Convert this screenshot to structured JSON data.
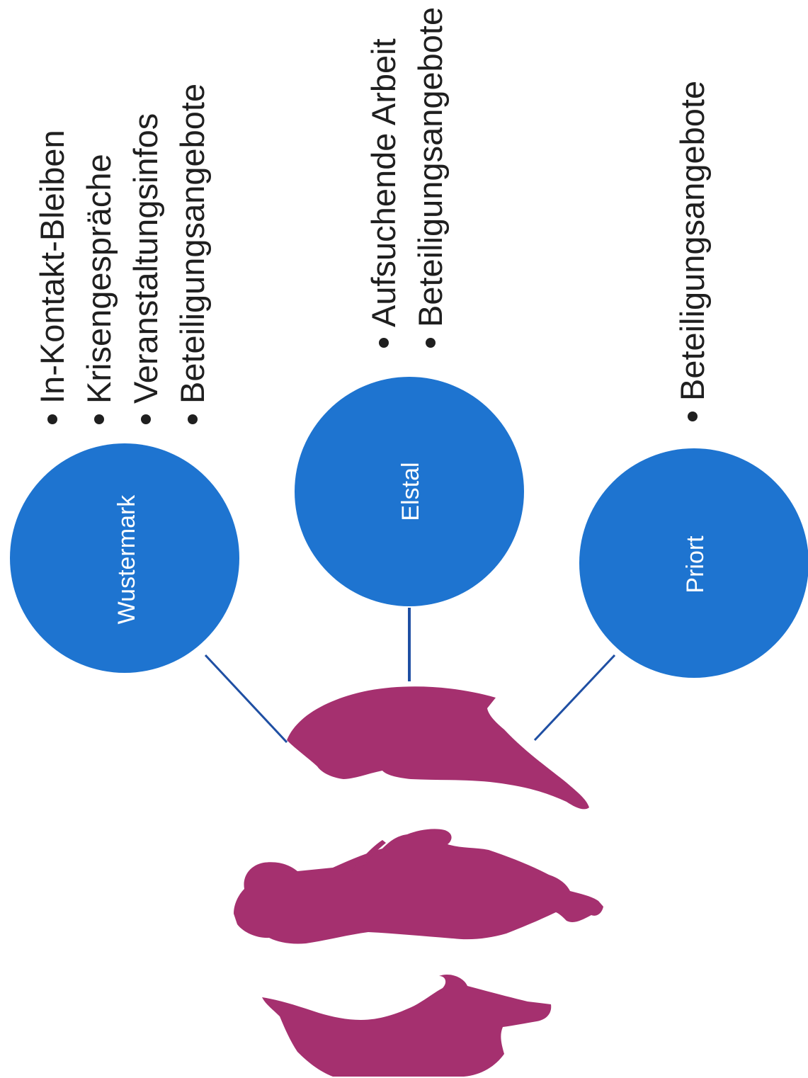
{
  "colors": {
    "node_fill": "#1e74d0",
    "node_label": "#ffffff",
    "connector": "#1f4fa3",
    "silhouette": "#a5306f",
    "text": "#1f1f1f",
    "background": "#ffffff"
  },
  "nodes": [
    {
      "id": "wustermark",
      "label": "Wustermark",
      "items": [
        "In-Kontakt-Bleiben",
        "Krisengespräche",
        "Veranstaltungsinfos",
        "Beteiligungsangebote"
      ]
    },
    {
      "id": "elstal",
      "label": "Elstal",
      "items": [
        "Aufsuchende Arbeit",
        "Beteiligungsangebote"
      ]
    },
    {
      "id": "priort",
      "label": "Priort",
      "items": [
        "Beteiligungsangebote"
      ]
    }
  ],
  "people_graphic": {
    "icon": "people-silhouettes",
    "count": 3
  }
}
